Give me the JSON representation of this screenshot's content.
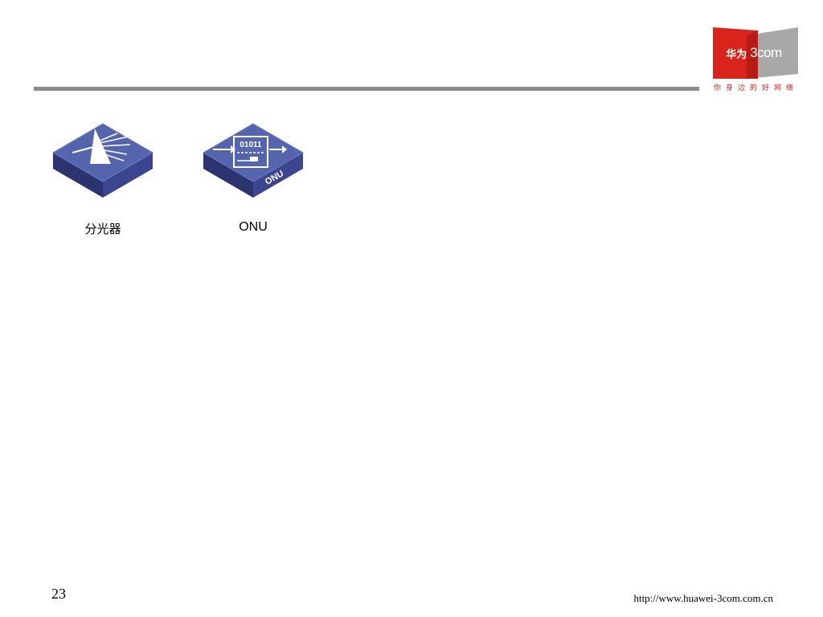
{
  "header": {
    "logo": {
      "brand_cn": "华为",
      "brand_en": "3com",
      "tagline": "你身边的好网络",
      "colors": {
        "red": "#d9241c",
        "gray": "#9a9a9a"
      }
    }
  },
  "devices": [
    {
      "label": "分光器",
      "icon": "optical-splitter-icon",
      "color": "#4a5aa0"
    },
    {
      "label": "ONU",
      "icon": "onu-icon",
      "icon_text": "01011",
      "icon_badge": "ONU",
      "color": "#4a5aa0"
    }
  ],
  "footer": {
    "page_number": "23",
    "url": "http://www.huawei-3com.com.cn"
  }
}
